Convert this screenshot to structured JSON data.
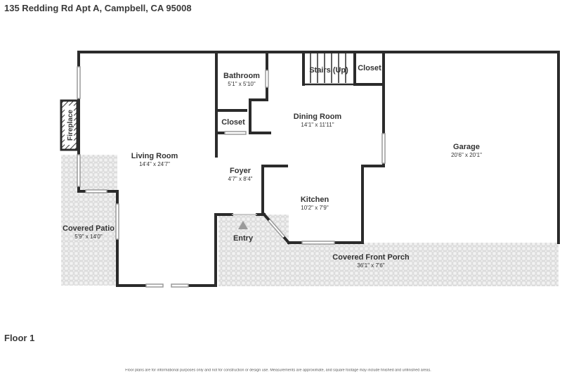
{
  "header": {
    "address": "135 Redding Rd Apt A, Campbell, CA 95008"
  },
  "floor_label": "Floor 1",
  "disclaimer": "Floor plans are for informational purposes only and not for construction or design use. Measurements are approximate, and square footage may include finished and unfinished areas.",
  "rooms": {
    "living_room": {
      "name": "Living Room",
      "dims": "14'4\" x 24'7\""
    },
    "bathroom": {
      "name": "Bathroom",
      "dims": "5'1\" x 5'10\""
    },
    "stairs": {
      "name": "Stairs (Up)"
    },
    "closet_top": {
      "name": "Closet"
    },
    "closet_mid": {
      "name": "Closet"
    },
    "dining_room": {
      "name": "Dining Room",
      "dims": "14'1\" x 11'11\""
    },
    "garage": {
      "name": "Garage",
      "dims": "20'6\" x 20'1\""
    },
    "foyer": {
      "name": "Foyer",
      "dims": "4'7\" x 8'4\""
    },
    "kitchen": {
      "name": "Kitchen",
      "dims": "10'2\" x 7'9\""
    },
    "covered_patio": {
      "name": "Covered Patio",
      "dims": "5'9\" x 14'0\""
    },
    "entry": {
      "name": "Entry"
    },
    "covered_front_porch": {
      "name": "Covered Front Porch",
      "dims": "36'1\" x 7'6\""
    },
    "fireplace": {
      "name": "Fireplace"
    }
  },
  "colors": {
    "wall": "#2b2b2b",
    "patio_fill": "#ececec",
    "window": "#9a9a9a"
  }
}
